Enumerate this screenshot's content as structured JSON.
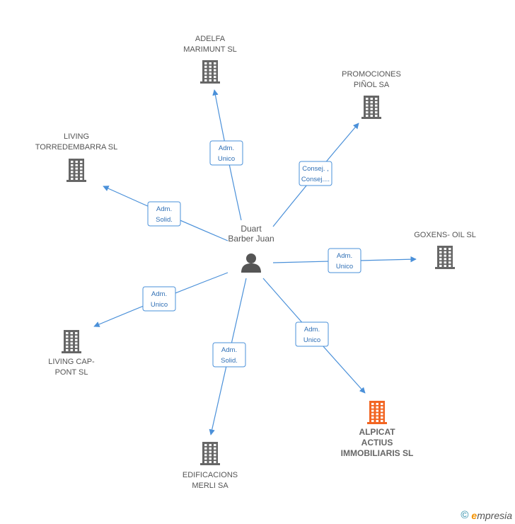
{
  "center": {
    "label": [
      "Duart",
      "Barber Juan"
    ],
    "color": "#555555"
  },
  "companies": [
    {
      "id": "adelfa",
      "label": [
        "ADELFA",
        "MARIMUNT SL"
      ],
      "focus": false
    },
    {
      "id": "promociones",
      "label": [
        "PROMOCIONES",
        "PIÑOL SA"
      ],
      "focus": false
    },
    {
      "id": "living-torre",
      "label": [
        "LIVING",
        "TORREDEMBARRA SL"
      ],
      "focus": false
    },
    {
      "id": "goxens",
      "label": [
        "GOXENS- OIL SL"
      ],
      "focus": false
    },
    {
      "id": "living-cap",
      "label": [
        "LIVING CAP-",
        "PONT SL"
      ],
      "focus": false
    },
    {
      "id": "alpicat",
      "label": [
        "ALPICAT",
        "ACTIUS",
        "IMMOBILIARIS SL"
      ],
      "focus": true
    },
    {
      "id": "edificacions",
      "label": [
        "EDIFICACIONS",
        "MERLI SA"
      ],
      "focus": false
    }
  ],
  "edges": [
    {
      "to": "adelfa",
      "label": [
        "Adm.",
        "Unico"
      ]
    },
    {
      "to": "promociones",
      "label": [
        "Consej. ,",
        "Consej...."
      ]
    },
    {
      "to": "living-torre",
      "label": [
        "Adm.",
        "Solid."
      ]
    },
    {
      "to": "goxens",
      "label": [
        "Adm.",
        "Unico"
      ]
    },
    {
      "to": "living-cap",
      "label": [
        "Adm.",
        "Unico"
      ]
    },
    {
      "to": "alpicat",
      "label": [
        "Adm.",
        "Unico"
      ]
    },
    {
      "to": "edificacions",
      "label": [
        "Adm.",
        "Solid."
      ]
    }
  ],
  "colors": {
    "edge": "#4a90d9",
    "building": "#666666",
    "building_focus": "#f26522"
  },
  "footer": {
    "copyright": "©",
    "brand_initial": "e",
    "brand_rest": "mpresia"
  }
}
